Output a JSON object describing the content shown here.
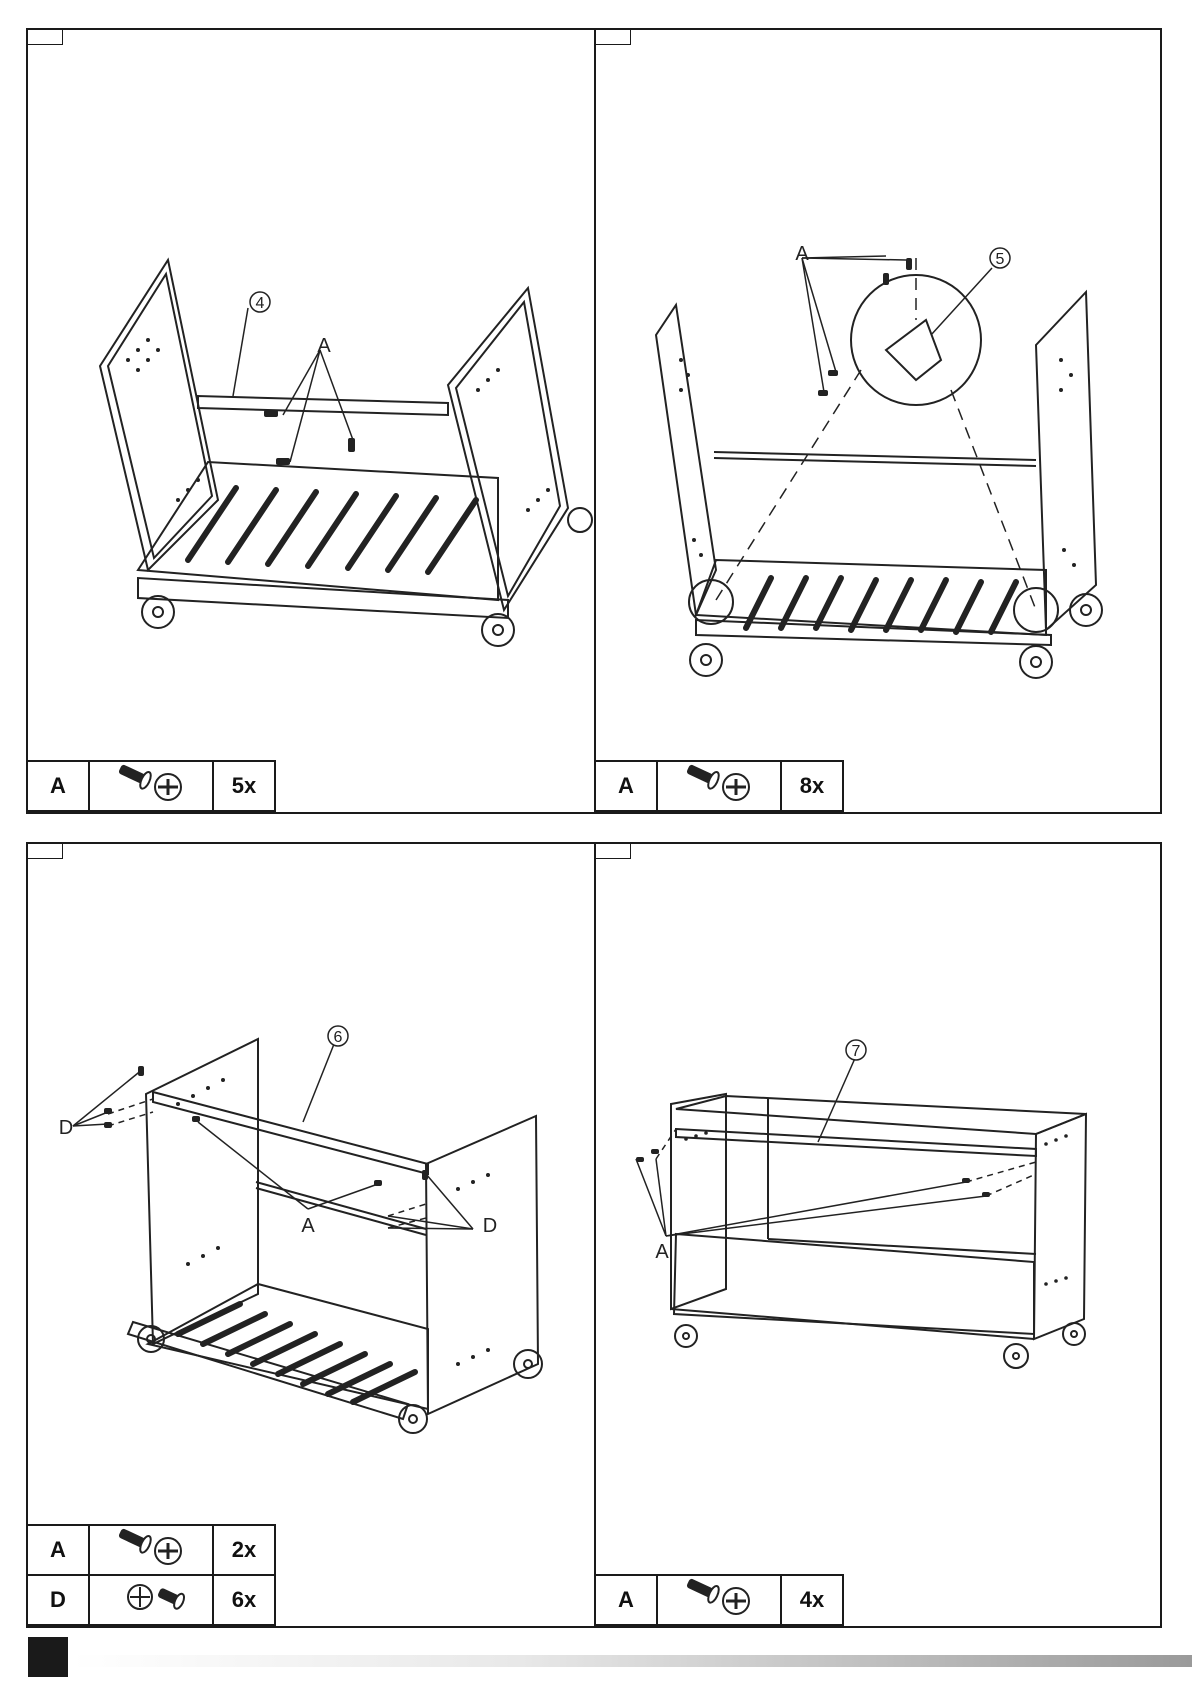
{
  "steps": [
    {
      "part_number": "4",
      "callouts": [
        "A"
      ],
      "hardware": [
        {
          "code": "A",
          "icon": "bolt-phillips-icon",
          "qty": "5x"
        }
      ]
    },
    {
      "part_number": "5",
      "callouts": [
        "A"
      ],
      "hardware": [
        {
          "code": "A",
          "icon": "bolt-phillips-icon",
          "qty": "8x"
        }
      ]
    },
    {
      "part_number": "6",
      "callouts": [
        "D",
        "A",
        "D"
      ],
      "hardware": [
        {
          "code": "A",
          "icon": "bolt-phillips-icon",
          "qty": "2x"
        },
        {
          "code": "D",
          "icon": "phillips-bolt-icon",
          "qty": "6x"
        }
      ]
    },
    {
      "part_number": "7",
      "callouts": [
        "A"
      ],
      "hardware": [
        {
          "code": "A",
          "icon": "bolt-phillips-icon",
          "qty": "4x"
        }
      ]
    }
  ]
}
